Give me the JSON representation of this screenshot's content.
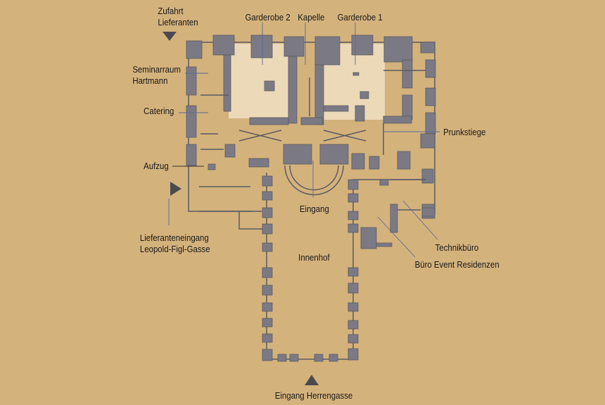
{
  "title": "Palais Niederösterreich – Grundriss",
  "colors": {
    "background": "#d4b27c",
    "walls": "#7b7a84",
    "highlight_rooms": "#ecd9b8",
    "arrows": "#4a4a50"
  },
  "labels": {
    "zufahrt_1": "Zufahrt",
    "zufahrt_2": "Lieferanten",
    "garderobe2": "Garderobe 2",
    "kapelle": "Kapelle",
    "garderobe1": "Garderobe 1",
    "seminar_1": "Seminarraum",
    "seminar_2": "Hartmann",
    "catering": "Catering",
    "prunkstiege": "Prunkstiege",
    "aufzug": "Aufzug",
    "eingang": "Eingang",
    "liefer_1": "Lieferanteneingang",
    "liefer_2": "Leopold-Figl-Gasse",
    "innenhof": "Innenhof",
    "technikbuero": "Technikbüro",
    "buero_event": "Büro Event Residenzen",
    "eingang_herrengasse": "Eingang Herrengasse"
  }
}
